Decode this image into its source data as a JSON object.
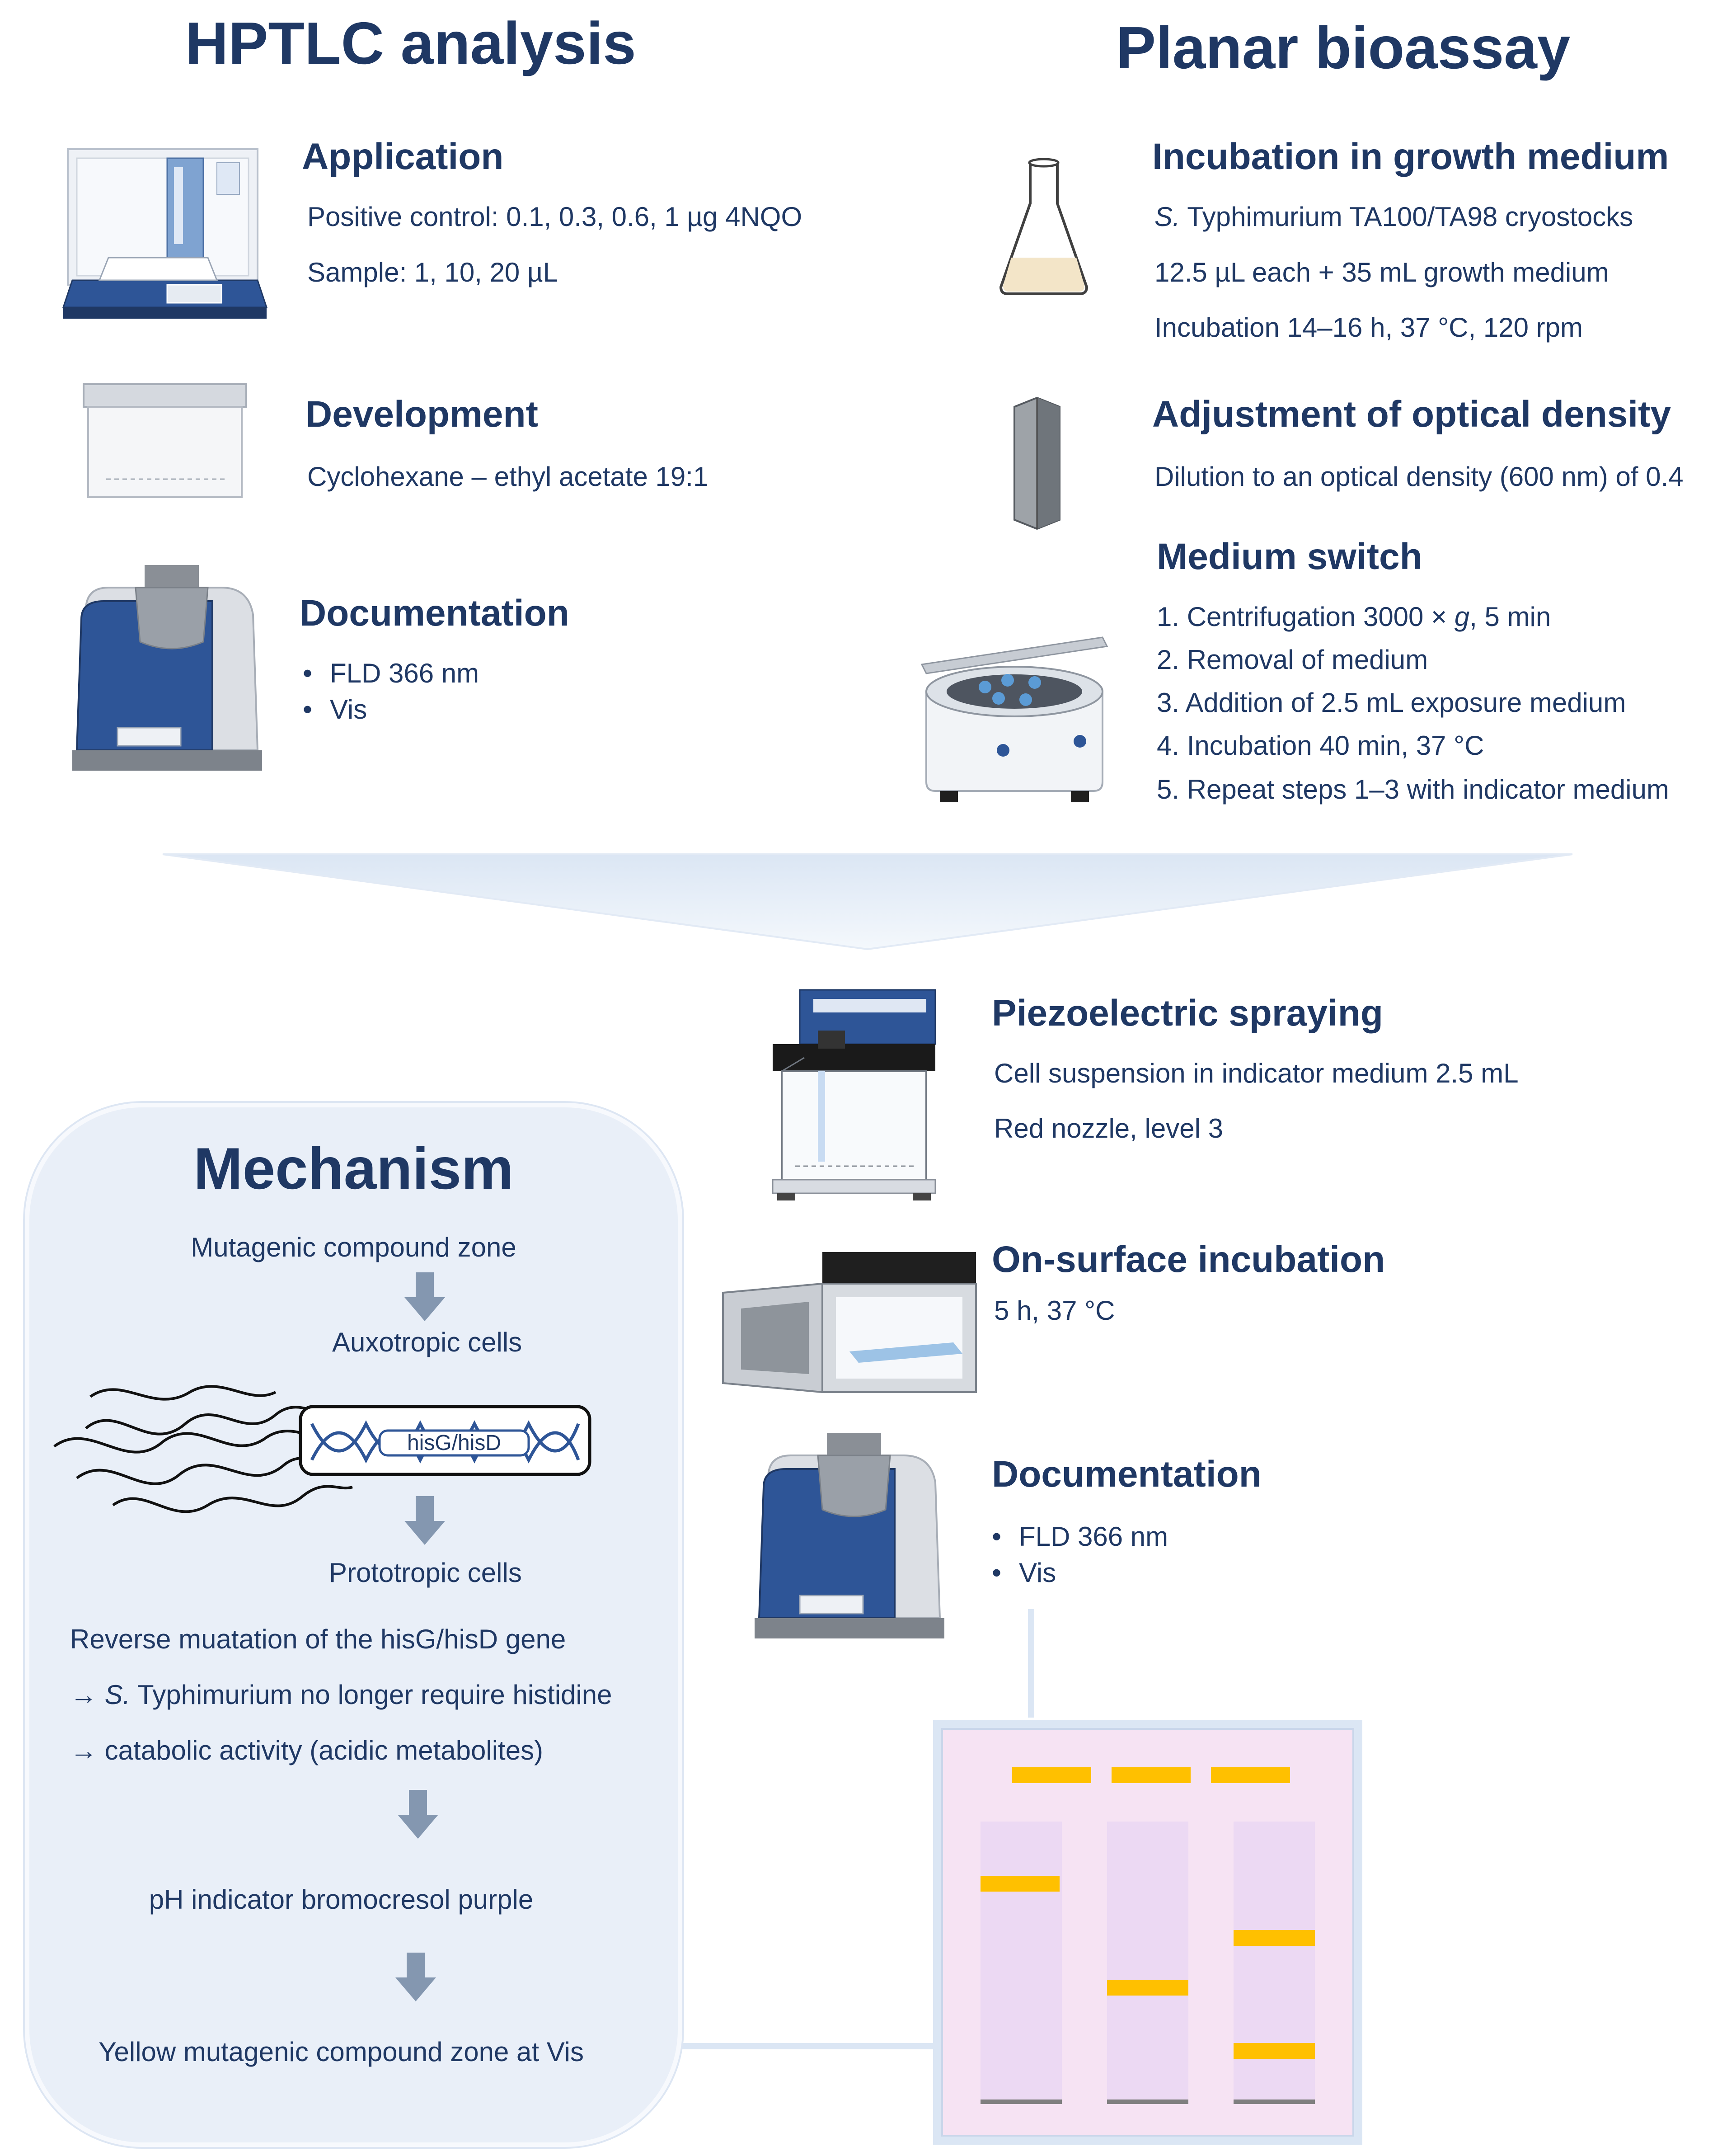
{
  "hptlc": {
    "title": "HPTLC analysis",
    "application": {
      "title": "Application",
      "line1": "Positive control: 0.1, 0.3, 0.6, 1 µg 4NQO",
      "line2": "Sample: 1, 10, 20 µL"
    },
    "development": {
      "title": "Development",
      "line1": "Cyclohexane – ethyl acetate 19:1"
    },
    "documentation": {
      "title": "Documentation",
      "bullets": [
        "FLD 366 nm",
        "Vis"
      ]
    }
  },
  "bioassay": {
    "title": "Planar bioassay",
    "incubation": {
      "title": "Incubation in growth medium",
      "line1_italic": "S.",
      "line1_rest": " Typhimurium  TA100/TA98 cryostocks",
      "line2": "12.5 µL each + 35 mL growth medium",
      "line3": "Incubation 14–16 h, 37 °C, 120 rpm"
    },
    "adjustment": {
      "title": "Adjustment of optical density",
      "line1": "Dilution to an optical density (600 nm) of 0.4"
    },
    "medium_switch": {
      "title": "Medium switch",
      "step1_a": "1. Centrifugation 3000 × ",
      "step1_g": "g",
      "step1_b": ", 5 min",
      "step2": "2. Removal of medium",
      "step3": "3. Addition of 2.5 mL exposure medium",
      "step4": "4. Incubation 40 min, 37 °C",
      "step5": "5. Repeat steps 1–3 with indicator medium"
    }
  },
  "lower": {
    "piezo": {
      "title": "Piezoelectric spraying",
      "line1": "Cell suspension in indicator medium 2.5 mL",
      "line2": "Red nozzle, level 3"
    },
    "onsurface": {
      "title": "On-surface incubation",
      "line1": "5 h, 37 °C"
    },
    "documentation": {
      "title": "Documentation",
      "bullets": [
        "FLD 366 nm",
        "Vis"
      ]
    }
  },
  "mechanism": {
    "title": "Mechanism",
    "zone": "Mutagenic compound zone",
    "auxotropic": "Auxotropic cells",
    "gene_label": "hisG/hisD",
    "prototropic": "Prototropic cells",
    "reverse": "Reverse muatation of the hisG/hisD gene",
    "arrow1_pre": "→ ",
    "arrow1_italic": "S.",
    "arrow1_rest": " Typhimurium  no longer require histidine",
    "arrow2": "→ catabolic activity (acidic metabolites)",
    "ph": "pH indicator bromocresol purple",
    "yellow": "Yellow mutagenic compound zone at Vis"
  },
  "colors": {
    "title": "#1f3864",
    "instrument_blue": "#2e5597",
    "panel_bg": "#e9eff8",
    "plate_bg": "#f6e3f3",
    "zone_yellow": "#ffc000",
    "arrow": "#8497b0"
  }
}
